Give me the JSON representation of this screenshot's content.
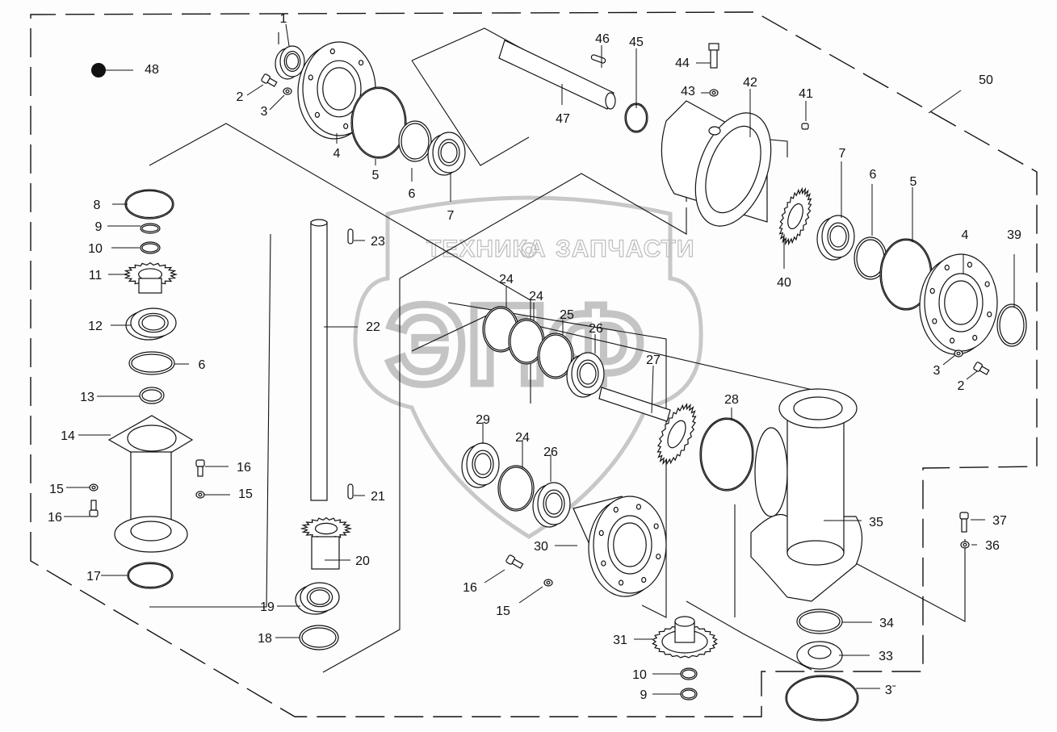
{
  "diagram": {
    "type": "exploded parts view",
    "subject": "bevel gearbox assembly",
    "watermark": {
      "brand_letters": "ЭПФ",
      "tagline_left": "ТЕХНИКА",
      "tagline_icon": "gear-icon",
      "tagline_right": "ЗАПЧАСТИ"
    },
    "legend_marker": {
      "label": "48",
      "icon": "filled-dot-icon"
    },
    "assembly_boundary_label": "50",
    "callouts": [
      {
        "id": "c1",
        "text": "1"
      },
      {
        "id": "c2a",
        "text": "2"
      },
      {
        "id": "c3a",
        "text": "3"
      },
      {
        "id": "c4a",
        "text": "4"
      },
      {
        "id": "c5a",
        "text": "5"
      },
      {
        "id": "c6a",
        "text": "6"
      },
      {
        "id": "c7a",
        "text": "7"
      },
      {
        "id": "c8",
        "text": "8"
      },
      {
        "id": "c9a",
        "text": "9"
      },
      {
        "id": "c10a",
        "text": "10"
      },
      {
        "id": "c11",
        "text": "11"
      },
      {
        "id": "c12",
        "text": "12"
      },
      {
        "id": "c6b",
        "text": "6"
      },
      {
        "id": "c13",
        "text": "13"
      },
      {
        "id": "c14",
        "text": "14"
      },
      {
        "id": "c15a",
        "text": "15"
      },
      {
        "id": "c16a",
        "text": "16"
      },
      {
        "id": "c16b",
        "text": "16"
      },
      {
        "id": "c15b",
        "text": "15"
      },
      {
        "id": "c17",
        "text": "17"
      },
      {
        "id": "c18",
        "text": "18"
      },
      {
        "id": "c19",
        "text": "19"
      },
      {
        "id": "c20",
        "text": "20"
      },
      {
        "id": "c21",
        "text": "21"
      },
      {
        "id": "c22",
        "text": "22"
      },
      {
        "id": "c23",
        "text": "23"
      },
      {
        "id": "c24a",
        "text": "24"
      },
      {
        "id": "c24b",
        "text": "24"
      },
      {
        "id": "c25",
        "text": "25"
      },
      {
        "id": "c26a",
        "text": "26"
      },
      {
        "id": "c27",
        "text": "27"
      },
      {
        "id": "c28",
        "text": "28"
      },
      {
        "id": "c29",
        "text": "29"
      },
      {
        "id": "c24c",
        "text": "24"
      },
      {
        "id": "c26b",
        "text": "26"
      },
      {
        "id": "c30",
        "text": "30"
      },
      {
        "id": "c16c",
        "text": "16"
      },
      {
        "id": "c15c",
        "text": "15"
      },
      {
        "id": "c31",
        "text": "31"
      },
      {
        "id": "c10b",
        "text": "10"
      },
      {
        "id": "c9b",
        "text": "9"
      },
      {
        "id": "c32",
        "text": "3ˉ"
      },
      {
        "id": "c33",
        "text": "33"
      },
      {
        "id": "c34",
        "text": "34"
      },
      {
        "id": "c35",
        "text": "35"
      },
      {
        "id": "c36",
        "text": "36"
      },
      {
        "id": "c37",
        "text": "37"
      },
      {
        "id": "c39",
        "text": "39"
      },
      {
        "id": "c4b",
        "text": "4"
      },
      {
        "id": "c5b",
        "text": "5"
      },
      {
        "id": "c6c",
        "text": "6"
      },
      {
        "id": "c7b",
        "text": "7"
      },
      {
        "id": "c40",
        "text": "40"
      },
      {
        "id": "c41",
        "text": "41"
      },
      {
        "id": "c42",
        "text": "42"
      },
      {
        "id": "c43",
        "text": "43"
      },
      {
        "id": "c44",
        "text": "44"
      },
      {
        "id": "c45",
        "text": "45"
      },
      {
        "id": "c46",
        "text": "46"
      },
      {
        "id": "c47",
        "text": "47"
      },
      {
        "id": "c3b",
        "text": "3"
      },
      {
        "id": "c2b",
        "text": "2"
      },
      {
        "id": "c48",
        "text": "48"
      },
      {
        "id": "c50",
        "text": "50"
      }
    ]
  }
}
